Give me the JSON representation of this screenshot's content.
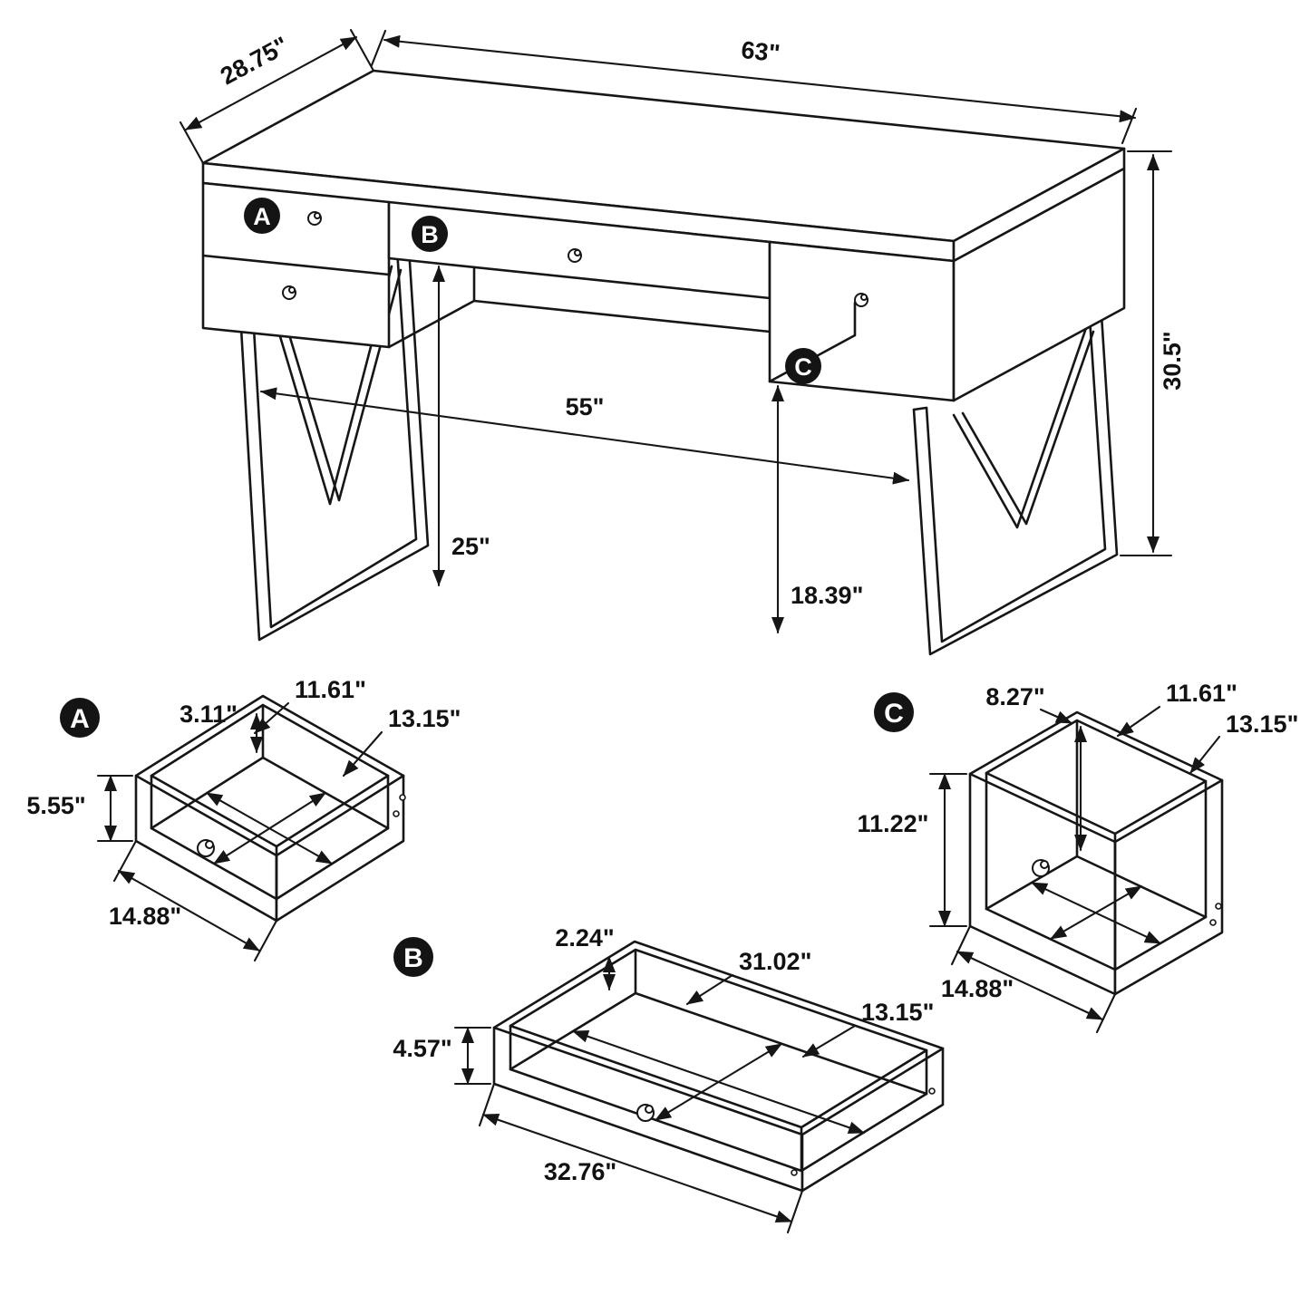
{
  "colors": {
    "line": "#161616",
    "badge_bg": "#141414",
    "badge_text": "#ffffff",
    "background": "#ffffff"
  },
  "desk": {
    "width": "63\"",
    "depth": "28.75\"",
    "height": "30.5\"",
    "leg_span": "55\"",
    "knee_clearance": "25\"",
    "right_clearance": "18.39\"",
    "labels": {
      "a": "A",
      "b": "B",
      "c": "C"
    }
  },
  "drawer_a": {
    "label": "A",
    "height": "5.55\"",
    "width": "14.88\"",
    "inner_width": "11.61\"",
    "inner_height": "3.11\"",
    "inner_depth": "13.15\""
  },
  "drawer_b": {
    "label": "B",
    "height": "4.57\"",
    "width": "32.76\"",
    "inner_width": "31.02\"",
    "inner_height": "2.24\"",
    "inner_depth": "13.15\""
  },
  "drawer_c": {
    "label": "C",
    "height": "11.22\"",
    "width": "14.88\"",
    "inner_width": "11.61\"",
    "inner_height": "8.27\"",
    "inner_depth": "13.15\""
  }
}
